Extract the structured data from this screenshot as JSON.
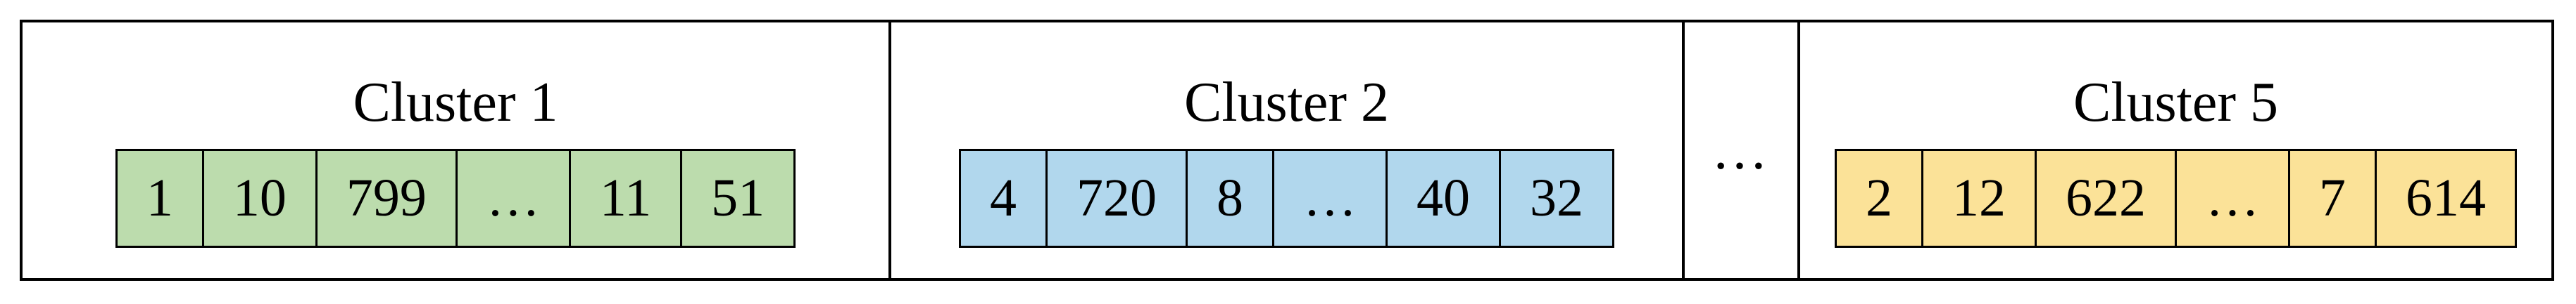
{
  "figure": {
    "background_color": "#FFFFFF",
    "border_color": "#000000",
    "separator": "…",
    "clusters": [
      {
        "title": "Cluster 1",
        "color": "#BCDCAD",
        "cells": [
          "1",
          "10",
          "799",
          "…",
          "11",
          "51"
        ]
      },
      {
        "title": "Cluster 2",
        "color": "#B1D7ED",
        "cells": [
          "4",
          "720",
          "8",
          "…",
          "40",
          "32"
        ]
      },
      {
        "title": "Cluster 5",
        "color": "#FBE298",
        "cells": [
          "2",
          "12",
          "622",
          "…",
          "7",
          "614"
        ]
      }
    ]
  }
}
